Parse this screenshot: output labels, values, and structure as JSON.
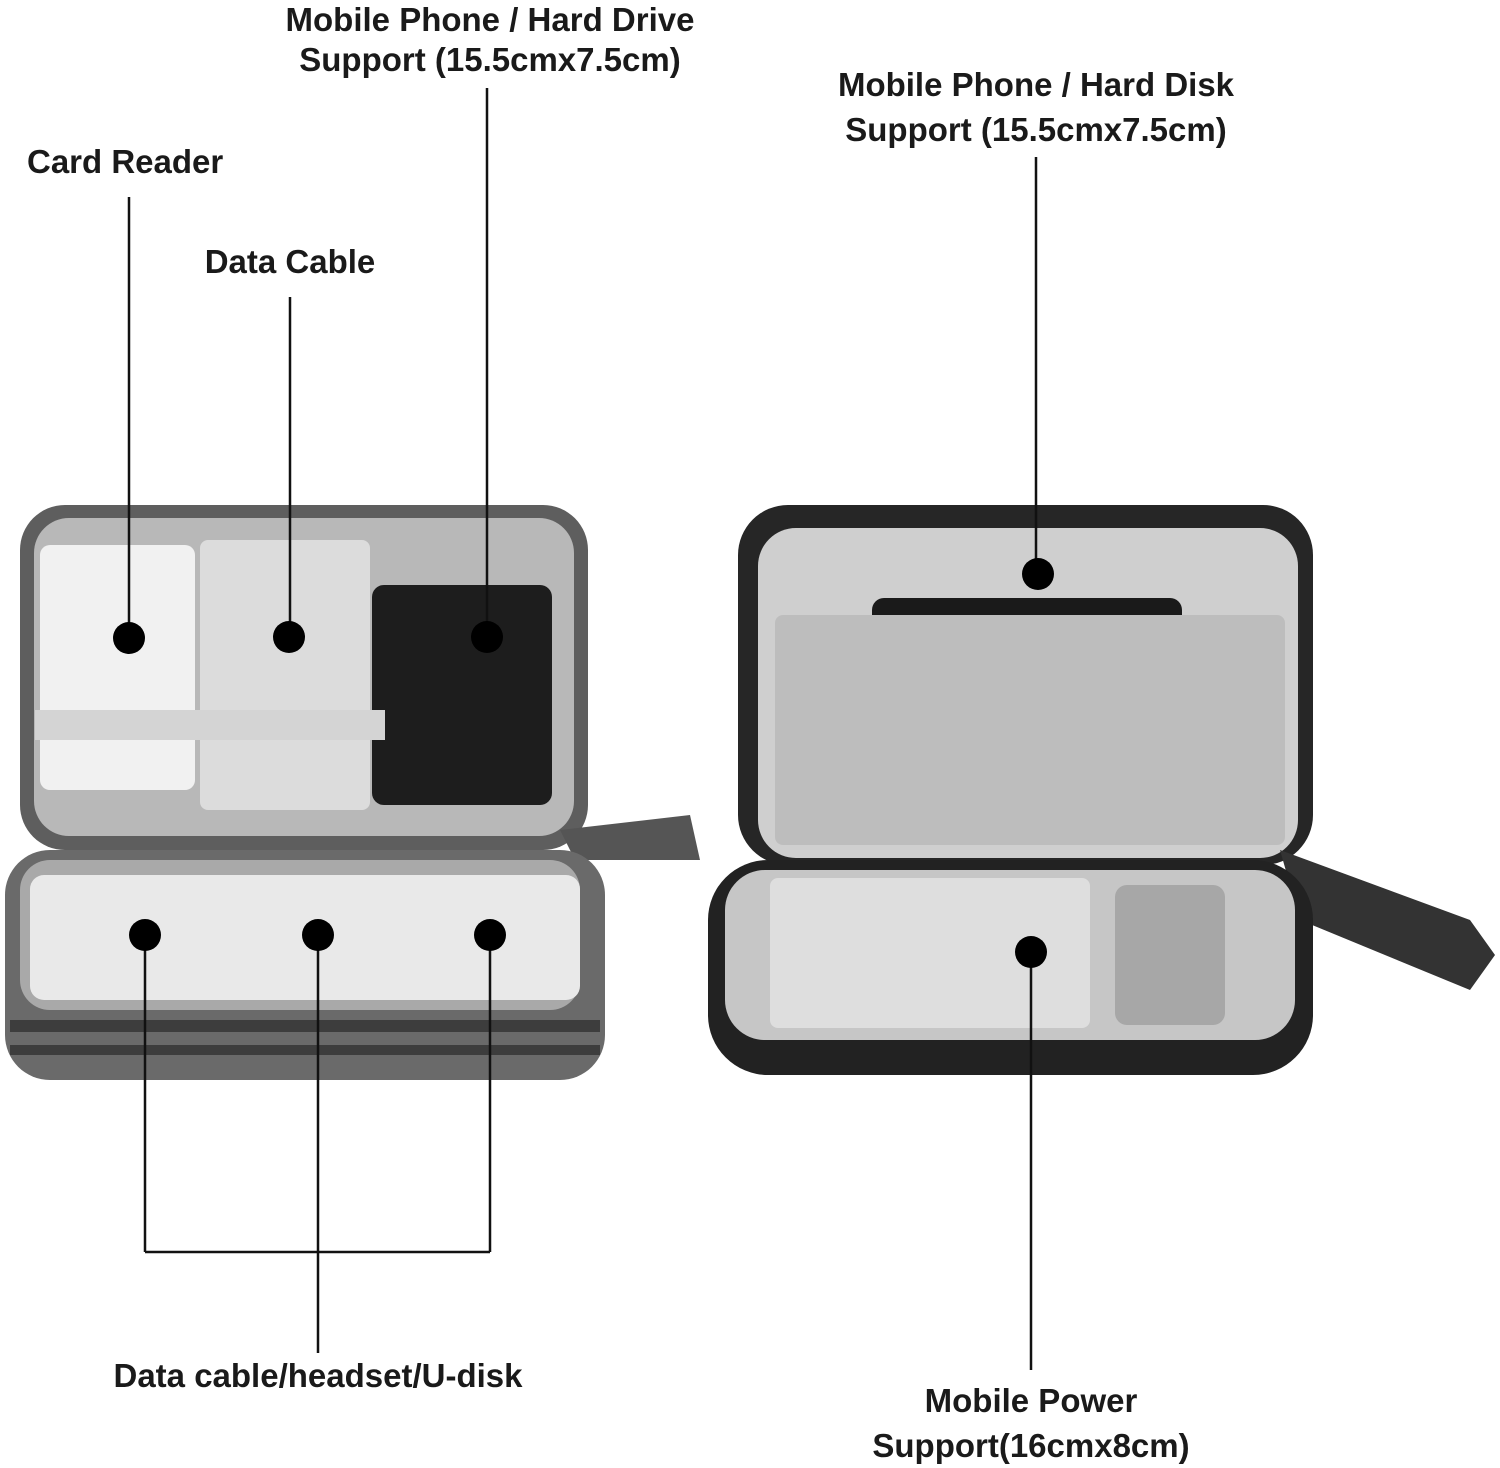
{
  "labels": {
    "hard_drive_support": {
      "line1": "Mobile Phone / Hard Drive",
      "line2": "Support (15.5cmx7.5cm)"
    },
    "card_reader": "Card Reader",
    "data_cable": "Data Cable",
    "hard_disk_support": {
      "line1": "Mobile Phone / Hard Disk",
      "line2": "Support (15.5cmx7.5cm)"
    },
    "bottom_pockets": "Data cable/headset/U-disk",
    "mobile_power": {
      "line1": "Mobile Power",
      "line2": "Support(16cmx8cm)"
    }
  },
  "colors": {
    "text": "#1a1a1a",
    "line": "#111111",
    "bag_outer": "#5a5a5a",
    "bag_dark": "#2a2a2a",
    "lining": "#c9c9c9"
  }
}
